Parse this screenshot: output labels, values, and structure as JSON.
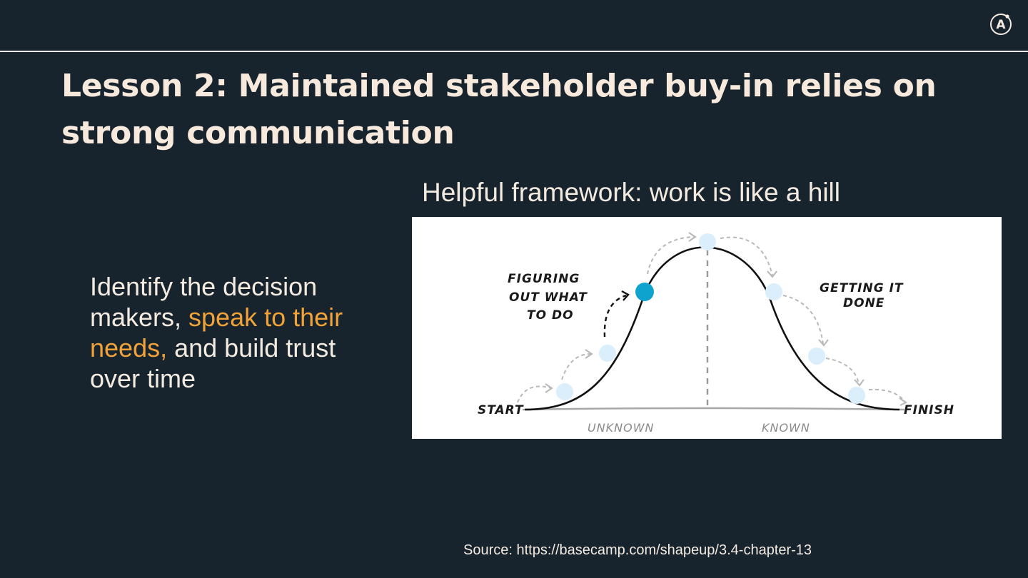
{
  "brand": {
    "logo_letter": "A"
  },
  "title": "Lesson 2: Maintained stakeholder buy-in relies on strong communication",
  "body": {
    "part1": "Identify the decision makers, ",
    "part2_highlight": "speak to their needs,",
    "part3": " and build trust over time",
    "highlight_color": "#f1a33a"
  },
  "figure": {
    "caption": "Helpful framework: work is like a hill",
    "labels": {
      "start": "START",
      "finish": "FINISH",
      "figuring_line1": "FIGURING",
      "figuring_line2": "OUT WHAT",
      "figuring_line3": "TO DO",
      "getting_line1": "GETTING IT",
      "getting_line2": "DONE",
      "unknown": "UNKNOWN",
      "known": "KNOWN"
    }
  },
  "source": "Source: https://basecamp.com/shapeup/3.4-chapter-13",
  "colors": {
    "background": "#17232d",
    "title": "#f7e9dc",
    "active_dot": "#0ea3cf",
    "ghost_dot": "#dbeefb"
  }
}
